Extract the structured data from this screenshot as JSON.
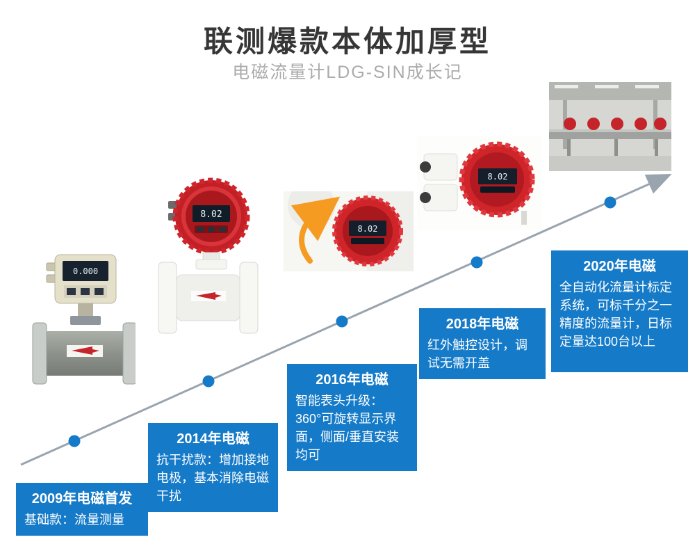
{
  "header": {
    "title": "联测爆款本体加厚型",
    "subtitle": "电磁流量计LDG-SIN成长记"
  },
  "milestones": [
    {
      "year_label": "2009年电磁首发",
      "body": "基础款：流量测量"
    },
    {
      "year_label": "2014年电磁",
      "body": "抗干扰款：增加接地电极，基本消除电磁干扰"
    },
    {
      "year_label": "2016年电磁",
      "body": "智能表头升级：360°可旋转显示界面，侧面/垂直安装均可"
    },
    {
      "year_label": "2018年电磁",
      "body": "红外触控设计，调试无需开盖"
    },
    {
      "year_label": "2020年电磁",
      "body": "全自动化流量计标定系统，可标千分之一精度的流量计，日标定量达100台以上"
    }
  ],
  "products": {
    "meter_2009_display": "0.000",
    "meter_2014_display": "8.02",
    "meter_2016_display": "8.02",
    "meter_2018_display": "8.02"
  },
  "colors": {
    "accent_blue": "#157ac8",
    "arrow_gray": "#99a4ae",
    "meter_red": "#d0252b",
    "orange_arrow": "#f59b22"
  }
}
